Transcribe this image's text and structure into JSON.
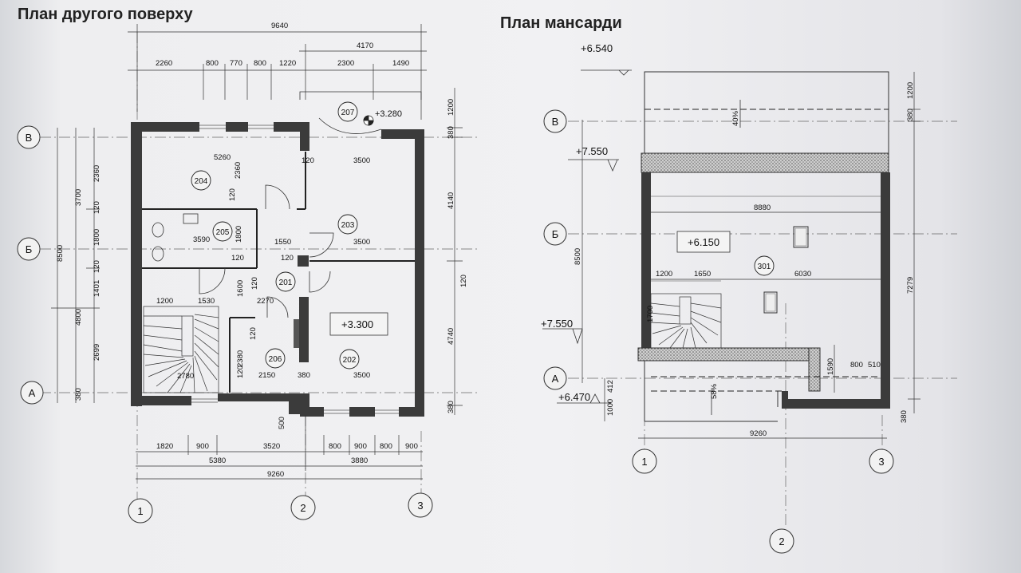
{
  "titles": {
    "left": "План другого поверху",
    "right": "План мансарди"
  },
  "left_plan": {
    "axes": {
      "B": "В",
      "Б": "Б",
      "A": "А",
      "n1": "1",
      "n2": "2",
      "n3": "3"
    },
    "top_dims": {
      "overall": "9640",
      "right_total": "4170",
      "chain": [
        "2260",
        "800",
        "770",
        "800",
        "1220",
        "2300",
        "1490"
      ]
    },
    "bottom_dims": {
      "chain": [
        "1820",
        "900",
        "3520",
        "800",
        "900",
        "800",
        "900"
      ],
      "mid": [
        "5380",
        "3880"
      ],
      "overall": "9260",
      "step": "500"
    },
    "left_dims": {
      "inner": [
        "2360",
        "120",
        "1800",
        "120",
        "1401",
        "2699",
        "380"
      ],
      "mid": [
        "3700",
        "4800"
      ],
      "overall": "8500"
    },
    "right_dims": [
      "1200",
      "380",
      "4140",
      "120",
      "4740",
      "380"
    ],
    "rooms": [
      "204",
      "205",
      "201",
      "203",
      "202",
      "206",
      "207"
    ],
    "interior_dims": {
      "r204_w": "5260",
      "r204_h": "2360",
      "r204_part": "120",
      "r205_w": "3590",
      "r205_h": "1800",
      "r205_part": "120",
      "r201_w": "1550",
      "r201_part": "120",
      "r201_h": "1600",
      "r203_w": "3500",
      "r203_top": "3500",
      "r203_part": "120",
      "stair_a": "1200",
      "stair_b": "1530",
      "stair_c": "2270",
      "stair_w": "2780",
      "r206_h": "2380",
      "r206_part": "120",
      "r206_w": "2150",
      "r202_part": "380",
      "r202_w": "3500",
      "r202_part_b": "120"
    },
    "levels": {
      "main": "+3.300",
      "balcony": "+3.280"
    }
  },
  "right_plan": {
    "axes": {
      "B": "В",
      "Б": "Б",
      "A": "А",
      "n1": "1",
      "n2": "2",
      "n3": "3"
    },
    "levels": {
      "ridge": "+6.540",
      "upper": "+7.550",
      "floor": "+6.150",
      "lower": "+7.550",
      "eave": "+6.470"
    },
    "room": "301",
    "slopes": {
      "top": "40%",
      "bottom": "58%"
    },
    "dims": {
      "width": "8880",
      "overall_w": "9260",
      "left_h": "8500",
      "right_h": "7279",
      "seg_a": "1200",
      "seg_b": "1650",
      "seg_c": "6030",
      "stair": "1700",
      "r_top_a": "1200",
      "r_top_b": "380",
      "r_bot": "380",
      "l_bot_a": "1000",
      "l_bot_b": "412",
      "d1590": "1590",
      "d800": "800",
      "d510": "510"
    }
  }
}
